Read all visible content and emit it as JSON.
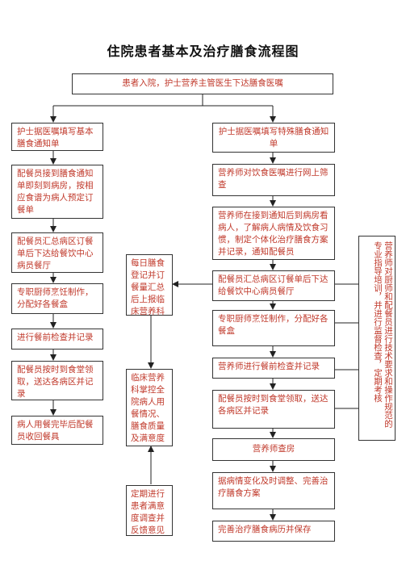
{
  "title": "住院患者基本及治疗膳食流程图",
  "top": "患者入院，护士营养主管医生下达膳食医嘱",
  "left": {
    "b1": "护士据医嘱填写基本膳食通知单",
    "b2": "配餐员接到膳食通知单即刻到病房，按相应食谱为病人预定订餐单",
    "b3": "配餐员汇总病区订餐单后下达给餐饮中心病员餐厅",
    "b4": "专职厨师烹饪制作，分配好各餐盒",
    "b5": "进行餐前检查并记录",
    "b6": "配餐员按时到食堂领取，送达各病区并记录",
    "b7": "病人用餐完毕后配餐员收回餐具"
  },
  "middle": {
    "m1": "每日膳食登记并订餐量汇总后上报临床营养科",
    "m2": "临床营养科掌控全院病人用餐情况、膳食质量及满意度",
    "m3": "定期进行患者满意度调查并反馈意见"
  },
  "right": {
    "r1": "护士据医嘱填写特殊膳食通知单",
    "r2": "营养师对饮食医嘱进行网上筛查",
    "r3": "营养师在接到通知后到病房看病人，了解病人病情及饮食习惯，制定个体化治疗膳食方案并记录，通知配餐员",
    "r4": "配餐员汇总病区订餐单后下达给餐饮中心病员餐厅",
    "r5": "专职厨师烹饪制作，分配好各餐盒",
    "r6": "营养师进行餐前检查并记录",
    "r7": "配餐员按时到食堂领取，送达各病区并记录",
    "r8": "营养师查房",
    "r9": "据病情变化及时调整、完善治疗膳食方案",
    "r10": "完善治疗膳食病历并保存"
  },
  "side": "营养师对厨师和配餐员进行技术要求和操作规范的专业指导培训，并进行监督检查，定期考核"
}
